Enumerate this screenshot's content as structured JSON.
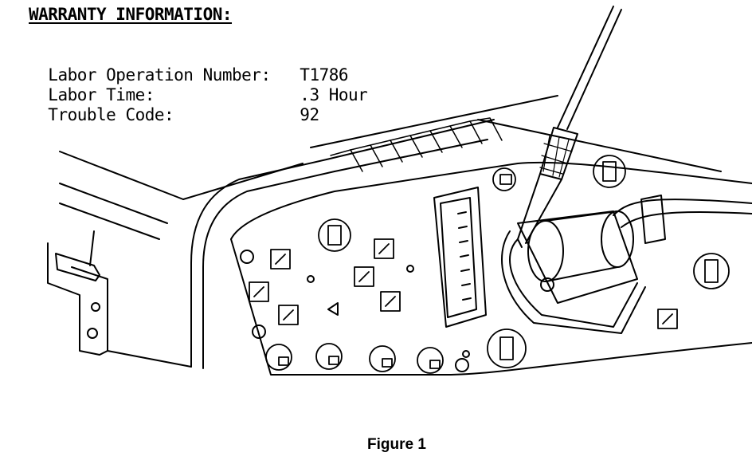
{
  "warranty": {
    "heading": "WARRANTY INFORMATION:",
    "rows": [
      {
        "label": "Labor Operation Number:",
        "value": "T1786"
      },
      {
        "label": "Labor Time:",
        "value": ".3 Hour"
      },
      {
        "label": "Trouble Code:",
        "value": "92"
      }
    ]
  },
  "figure": {
    "caption": "Figure 1"
  }
}
